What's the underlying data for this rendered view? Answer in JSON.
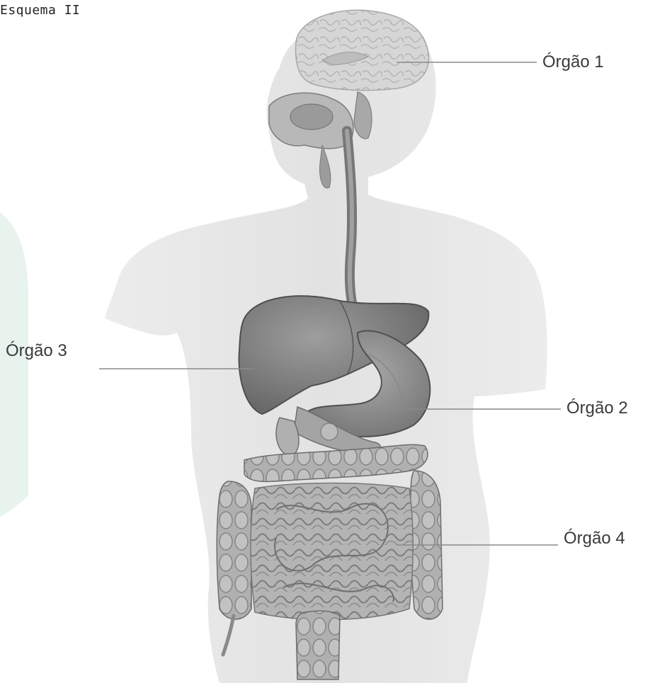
{
  "title": "Esquema II",
  "labels": {
    "organ1": "Órgão 1",
    "organ2": "Órgão 2",
    "organ3": "Órgão 3",
    "organ4": "Órgão 4"
  },
  "colors": {
    "silhouette": "#e6e6e6",
    "organ_dark": "#6f6f6f",
    "organ_mid": "#9a9a9a",
    "organ_light": "#c4c4c4",
    "leader_line": "#8a8a8a",
    "background_accent": "#e8f3ee"
  }
}
